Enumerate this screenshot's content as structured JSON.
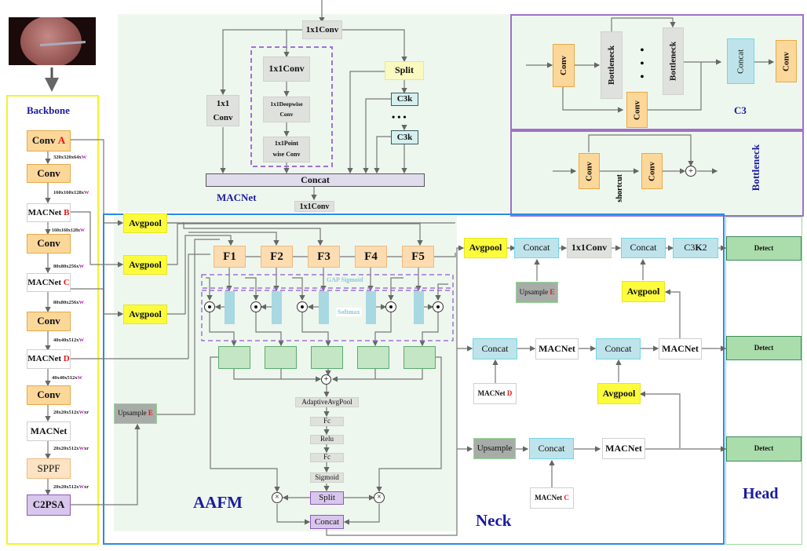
{
  "input_image": {
    "description": "endoscopic surgical frame"
  },
  "backbone": {
    "title": "Backbone",
    "blocks": [
      {
        "label": "Conv",
        "tag": "A"
      },
      {
        "label": "Conv",
        "tag": ""
      },
      {
        "label": "MACNet",
        "tag": "B"
      },
      {
        "label": "Conv",
        "tag": ""
      },
      {
        "label": "MACNet",
        "tag": "C"
      },
      {
        "label": "Conv",
        "tag": ""
      },
      {
        "label": "MACNet",
        "tag": "D"
      },
      {
        "label": "Conv",
        "tag": ""
      },
      {
        "label": "MACNet",
        "tag": ""
      },
      {
        "label": "SPPF",
        "tag": ""
      },
      {
        "label": "C2PSA",
        "tag": ""
      }
    ],
    "dims": [
      {
        "text": "320x320x64x",
        "w": "W",
        "suffix": ""
      },
      {
        "text": "160x160x128x",
        "w": "W",
        "suffix": ""
      },
      {
        "text": "160x160x128x",
        "w": "W",
        "suffix": ""
      },
      {
        "text": "80x80x256x",
        "w": "W",
        "suffix": ""
      },
      {
        "text": "80x80x256x",
        "w": "W",
        "suffix": ""
      },
      {
        "text": "40x40x512x",
        "w": "W",
        "suffix": ""
      },
      {
        "text": "40x40x512x",
        "w": "W",
        "suffix": ""
      },
      {
        "text": "20x20x512x",
        "w": "W",
        "suffix": "xr"
      },
      {
        "text": "20x20x512x",
        "w": "W",
        "suffix": "xr"
      },
      {
        "text": "20x20x512x",
        "w": "W",
        "suffix": "xr"
      }
    ]
  },
  "macnet": {
    "title": "MACNet",
    "top_conv": "1x1Conv",
    "left_conv_line1": "1x1",
    "left_conv_line2": "Conv",
    "inner_conv": "1x1Conv",
    "depthwise_line1": "1x1Deepwise",
    "depthwise_line2": "Conv",
    "pointwise_line1": "1x1Point",
    "pointwise_line2": "wise Conv",
    "split": "Split",
    "c3k_1": "C3k",
    "c3k_2": "C3k",
    "dots": "• • •",
    "concat": "Concat",
    "out_conv": "1x1Conv"
  },
  "c3": {
    "title": "C3",
    "conv_in": "Conv",
    "bottleneck_1": "Bottleneck",
    "bottleneck_2": "Bottleneck",
    "dots": "• • •",
    "conv_side": "Conv",
    "concat": "Concat",
    "conv_out": "Conv"
  },
  "bottleneck": {
    "title": "Bottleneck",
    "conv_1": "Conv",
    "conv_2": "Conv",
    "shortcut": "shortcut",
    "add": "+"
  },
  "aafm": {
    "title": "AAFM",
    "avgpool_1": "Avgpool",
    "avgpool_2": "Avgpool",
    "avgpool_3": "Avgpool",
    "features": [
      "F1",
      "F2",
      "F3",
      "F4",
      "F5"
    ],
    "gap_sigmoid": "GAP Sigmoid",
    "softmax": "Softmax",
    "upsample": "Upsample",
    "upsample_tag": "E",
    "adaptive_pool": "AdaptiveAvgPool",
    "fc_1": "Fc",
    "relu": "Relu",
    "fc_2": "Fc",
    "sigmoid": "Sigmoid",
    "split": "Split",
    "concat": "Concat"
  },
  "neck": {
    "title": "Neck",
    "row1": {
      "avgpool": "Avgpool",
      "concat_1": "Concat",
      "conv": "1x1Conv",
      "concat_2": "Concat",
      "c3k2_pre": "C3",
      "c3k2_k": "K",
      "c3k2_post": "2",
      "upsample": "Upsample",
      "upsample_tag": "E",
      "avgpool_2": "Avgpool"
    },
    "row2": {
      "concat_1": "Concat",
      "macnet_1": "MACNet",
      "concat_2": "Concat",
      "macnet_2": "MACNet",
      "macnet_d": "MACNet",
      "macnet_d_tag": "D",
      "avgpool": "Avgpool"
    },
    "row3": {
      "upsample": "Upsample",
      "concat": "Concat",
      "macnet": "MACNet",
      "macnet_c": "MACNet",
      "macnet_c_tag": "C"
    }
  },
  "head": {
    "title": "Head",
    "detect_1": "Detect",
    "detect_2": "Detect",
    "detect_3": "Detect"
  }
}
